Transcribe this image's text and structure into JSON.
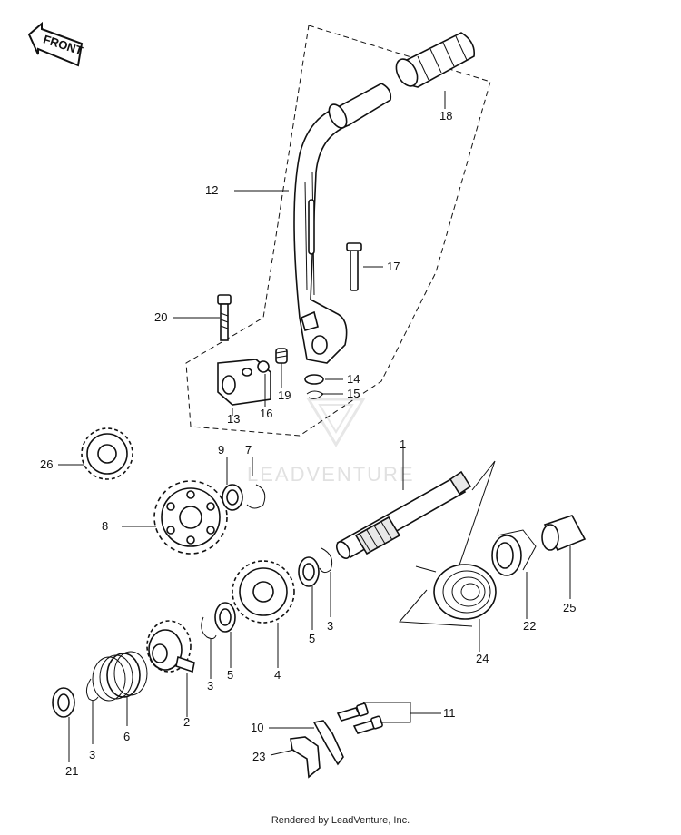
{
  "front_arrow": {
    "text": "FRONT"
  },
  "callouts": [
    {
      "id": "c1",
      "text": "1"
    },
    {
      "id": "c2",
      "text": "2"
    },
    {
      "id": "c3a",
      "text": "3"
    },
    {
      "id": "c3b",
      "text": "3"
    },
    {
      "id": "c3c",
      "text": "3"
    },
    {
      "id": "c4",
      "text": "4"
    },
    {
      "id": "c5a",
      "text": "5"
    },
    {
      "id": "c5b",
      "text": "5"
    },
    {
      "id": "c6",
      "text": "6"
    },
    {
      "id": "c7",
      "text": "7"
    },
    {
      "id": "c8",
      "text": "8"
    },
    {
      "id": "c9",
      "text": "9"
    },
    {
      "id": "c10",
      "text": "10"
    },
    {
      "id": "c11",
      "text": "11"
    },
    {
      "id": "c12",
      "text": "12"
    },
    {
      "id": "c13",
      "text": "13"
    },
    {
      "id": "c14",
      "text": "14"
    },
    {
      "id": "c15",
      "text": "15"
    },
    {
      "id": "c16",
      "text": "16"
    },
    {
      "id": "c17",
      "text": "17"
    },
    {
      "id": "c18",
      "text": "18"
    },
    {
      "id": "c19",
      "text": "19"
    },
    {
      "id": "c20",
      "text": "20"
    },
    {
      "id": "c21",
      "text": "21"
    },
    {
      "id": "c22",
      "text": "22"
    },
    {
      "id": "c23",
      "text": "23"
    },
    {
      "id": "c24",
      "text": "24"
    },
    {
      "id": "c25",
      "text": "25"
    },
    {
      "id": "c26",
      "text": "26"
    }
  ],
  "watermark": {
    "text": "LEADVENTURE",
    "color": "#cccccc"
  },
  "footer": {
    "text": "Rendered by LeadVenture, Inc."
  }
}
